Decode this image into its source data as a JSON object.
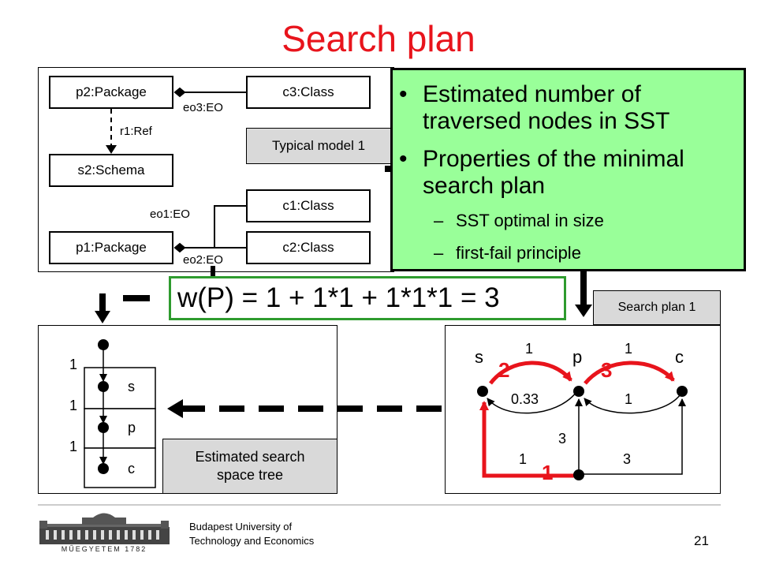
{
  "title": "Search plan",
  "model": {
    "p2": "p2:Package",
    "c3": "c3:Class",
    "s2": "s2:Schema",
    "c1": "c1:Class",
    "p1": "p1:Package",
    "c2": "c2:Class",
    "eo3": "eo3:EO",
    "r1": "r1:Ref",
    "eo1": "eo1:EO",
    "eo2": "eo2:EO",
    "caption": "Typical model 1"
  },
  "callout": {
    "bullet1": "Estimated number of traversed nodes in SST",
    "bullet2": "Properties of the minimal search plan",
    "sub1": "SST optimal in size",
    "sub2": "first-fail principle"
  },
  "formula": "w(P) = 1 + 1*1 + 1*1*1 = 3",
  "search_plan": {
    "caption": "Search plan 1",
    "node_s": "s",
    "node_p": "p",
    "node_c": "c",
    "w_sp": "1",
    "w_pc": "1",
    "w_ps": "0.33",
    "w_cp": "1",
    "w_up": "3",
    "w_start_s": "1",
    "w_start_c": "3",
    "order1": "1",
    "order2": "2",
    "order3": "3"
  },
  "sst": {
    "caption_line1": "Estimated search",
    "caption_line2": "space tree",
    "level1": "1",
    "level2": "1",
    "level3": "1",
    "node_s": "s",
    "node_p": "p",
    "node_c": "c"
  },
  "footer": {
    "line1": "Budapest University of",
    "line2": "Technology and Economics",
    "page": "21"
  },
  "colors": {
    "title": "#e8141c",
    "callout_bg": "#99ff99",
    "formula_border": "#2e9b2e",
    "plan_red": "#e8141c"
  }
}
